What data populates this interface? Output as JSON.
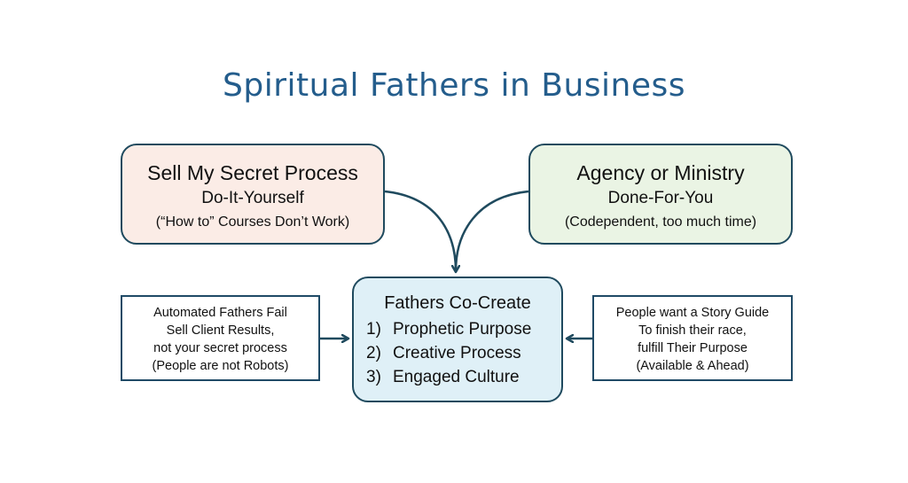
{
  "title": "Spiritual Fathers in Business",
  "left_top": {
    "heading": "Sell My Secret Process",
    "sub": "Do-It-Yourself",
    "note": "(“How to” Courses Don’t Work)"
  },
  "right_top": {
    "heading": "Agency or Ministry",
    "sub": "Done-For-You",
    "note": "(Codependent, too much time)"
  },
  "center": {
    "heading": "Fathers Co-Create",
    "items": [
      {
        "num": "1)",
        "label": "Prophetic Purpose"
      },
      {
        "num": "2)",
        "label": "Creative Process"
      },
      {
        "num": "3)",
        "label": "Engaged Culture"
      }
    ]
  },
  "left_bottom": {
    "lines": [
      "Automated Fathers Fail",
      "Sell Client  Results,",
      "not your secret process",
      "(People are not Robots)"
    ]
  },
  "right_bottom": {
    "lines": [
      "People want a Story Guide",
      "To finish their race,",
      "fulfill Their Purpose",
      "(Available & Ahead)"
    ]
  },
  "colors": {
    "title": "#245d8c",
    "border": "#1f4a5e",
    "left_top_fill": "#fbece6",
    "right_top_fill": "#eaf4e4",
    "center_fill": "#dff0f7"
  }
}
